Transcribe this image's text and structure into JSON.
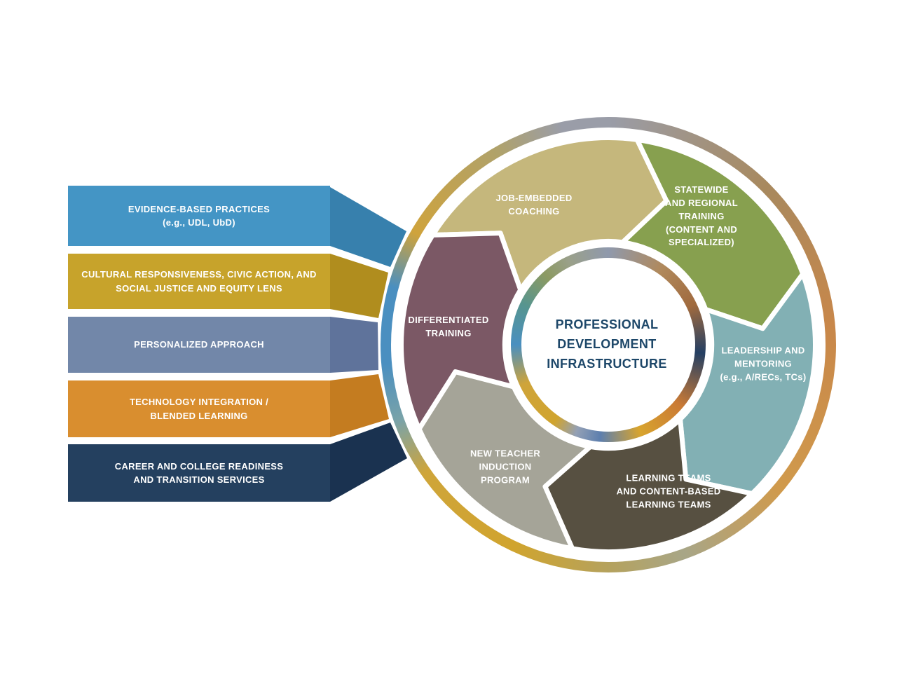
{
  "diagram": {
    "center": {
      "title": "PROFESSIONAL\nDEVELOPMENT\nINFRASTRUCTURE",
      "title_color": "#1d4769",
      "circle_color": "#ffffff"
    },
    "inputs": [
      {
        "label": "EVIDENCE-BASED PRACTICES\n(e.g., UDL, UbD)",
        "color": "#4495c5",
        "connector_color": "#3780ad"
      },
      {
        "label": "CULTURAL RESPONSIVENESS, CIVIC ACTION, AND\nSOCIAL JUSTICE AND EQUITY LENS",
        "color": "#c7a32b",
        "connector_color": "#b08d1e"
      },
      {
        "label": "PERSONALIZED APPROACH",
        "color": "#7287a9",
        "connector_color": "#5f739b"
      },
      {
        "label": "TECHNOLOGY INTEGRATION /\nBLENDED LEARNING",
        "color": "#d98e2f",
        "connector_color": "#c47c20"
      },
      {
        "label": "CAREER AND COLLEGE READINESS\nAND TRANSITION SERVICES",
        "color": "#24405f",
        "connector_color": "#1a3250"
      }
    ],
    "segments": [
      {
        "label": "JOB-EMBEDDED\nCOACHING",
        "color": "#c5b77c"
      },
      {
        "label": "STATEWIDE\nAND REGIONAL\nTRAINING\n(CONTENT AND\nSPECIALIZED)",
        "color": "#87a04f"
      },
      {
        "label": "LEADERSHIP AND\nMENTORING\n(e.g., A/RECs, TCs)",
        "color": "#82b0b4"
      },
      {
        "label": "LEARNING TEAMS\nAND CONTENT-BASED\nLEARNING TEAMS",
        "color": "#575041"
      },
      {
        "label": "NEW TEACHER\nINDUCTION\nPROGRAM",
        "color": "#a5a498"
      },
      {
        "label": "DIFFERENTIATED\nTRAINING",
        "color": "#7b5865"
      }
    ],
    "outer_ring_stops": [
      "#9a9da8 0deg",
      "#a8895e 45deg",
      "#c8874a 85deg",
      "#d09a4c 130deg",
      "#a8a687 160deg",
      "#b5a25d 180deg",
      "#d0a42e 205deg",
      "#cfa53a 235deg",
      "#7aa3a8 250deg",
      "#4a8fc0 265deg",
      "#4a8fc0 285deg",
      "#cfa33c 300deg",
      "#b0a26a 330deg",
      "#9a9da8 348deg",
      "#9a9da8 360deg"
    ],
    "inner_ring_stops": [
      "#8f99ac 0deg",
      "#b0895c 35deg",
      "#a06a3e 65deg",
      "#243f63 95deg",
      "#ca7a35 130deg",
      "#d8a42e 160deg",
      "#5d7fae 185deg",
      "#93a0b5 200deg",
      "#d0a42e 215deg",
      "#cfa43a 245deg",
      "#4a8fc0 270deg",
      "#569590 295deg",
      "#8c9a62 318deg",
      "#9aa08a 335deg",
      "#8f99ac 360deg"
    ],
    "label_text_color": "#ffffff"
  }
}
